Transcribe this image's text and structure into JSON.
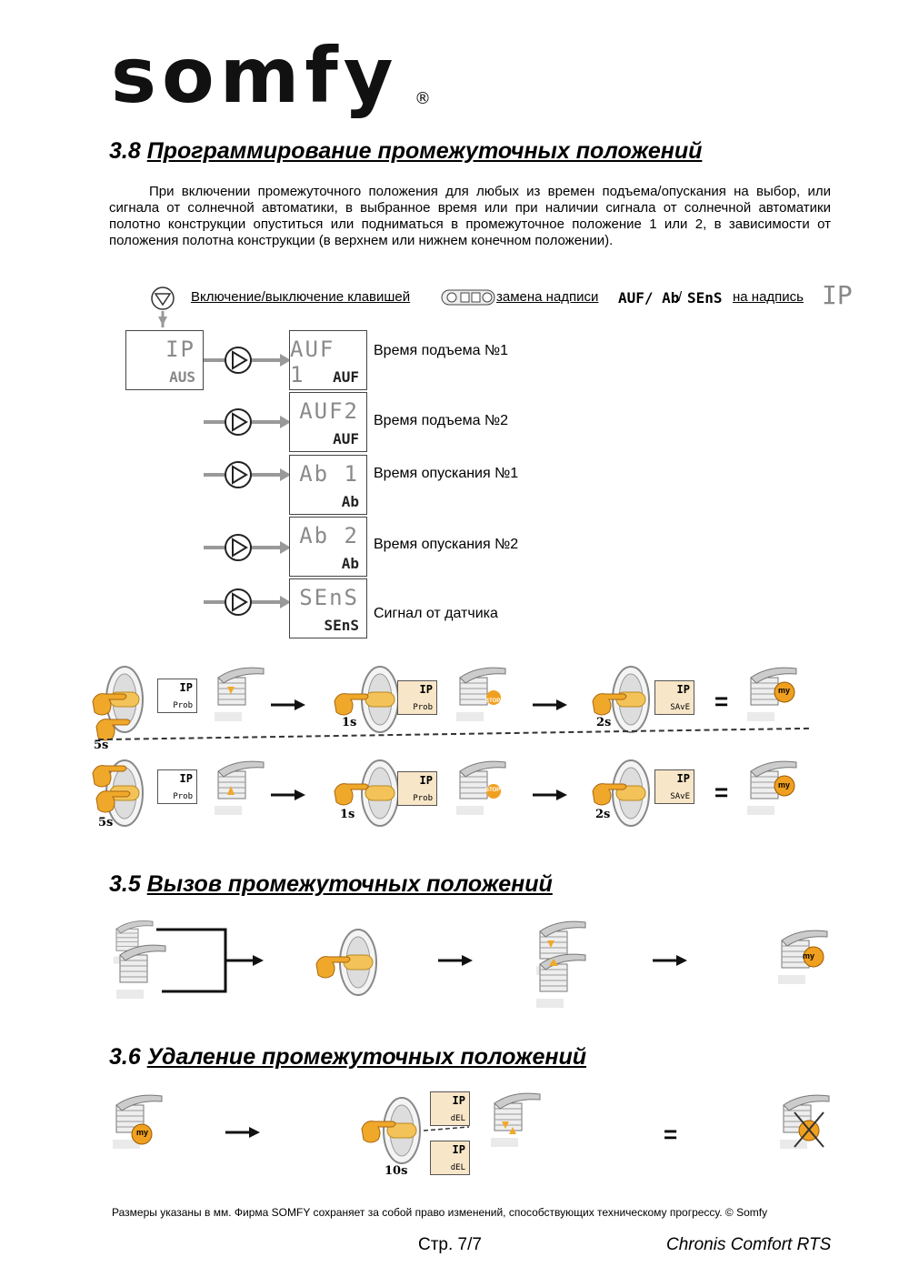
{
  "logo": {
    "text": "somfy",
    "reg": "®"
  },
  "section_38": {
    "num": "3.8",
    "title": "Программирование промежуточных положений"
  },
  "intro": "При включении промежуточного положения для любых из времен подъема/опускания на выбор, или сигнала от солнечной автоматики, в выбранное время или при наличии сигнала от солнечной автоматики полотно конструкции опуститься или подниматься в промежуточное положение 1 или 2, в зависимости от положения полотна конструкции (в верхнем или нижнем конечном положении).",
  "instruction": {
    "text1": "Включение/выключение клавишей",
    "text2": "замена надписи",
    "lcd_a": "AUF",
    "lcd_b": "Ab",
    "slash": "/",
    "lcd_c": "SEnS",
    "text3": "на надпись",
    "lcd_d": "IP"
  },
  "start_lcd": {
    "top": "IP",
    "bottom": "AUS"
  },
  "modes": [
    {
      "top": "AUF 1",
      "bottom": "AUF",
      "label": "Время подъема №1"
    },
    {
      "top": "AUF2",
      "bottom": "AUF",
      "label": "Время подъема №2"
    },
    {
      "top": "Ab  1",
      "bottom": "Ab",
      "label": "Время опускания №1"
    },
    {
      "top": "Ab  2",
      "bottom": "Ab",
      "label": "Время опускания №2"
    },
    {
      "top": "SEnS",
      "bottom": "SEnS",
      "label": "Сигнал от датчика"
    }
  ],
  "seq": {
    "lcd1": {
      "a": "IP",
      "b": "Prob"
    },
    "lcd2": {
      "a": "IP",
      "b": "Prob"
    },
    "lcd3": {
      "a": "IP",
      "b": "SAvE"
    },
    "d5": "5s",
    "d1": "1s",
    "d2": "2s",
    "eq": "=",
    "my": "my",
    "stop": "STOP"
  },
  "section_35": {
    "num": "3.5",
    "title": "Вызов промежуточных положений"
  },
  "section_36": {
    "num": "3.6",
    "title": "Удаление промежуточных положений"
  },
  "del": {
    "lcd": {
      "a": "IP",
      "b": "dEL"
    },
    "d10": "10s",
    "eq": "="
  },
  "footer": {
    "note": "Размеры указаны в мм. Фирма SOMFY сохраняет за собой право изменений, способствующих техническому прогрессу. © Somfy",
    "page": "Стр. 7/7",
    "product": "Chronis Comfort  RTS"
  },
  "colors": {
    "hand": "#f0a82a",
    "remote": "#c9c9c9",
    "awning": "#bbbbbb",
    "my_badge": "#f0a020"
  }
}
